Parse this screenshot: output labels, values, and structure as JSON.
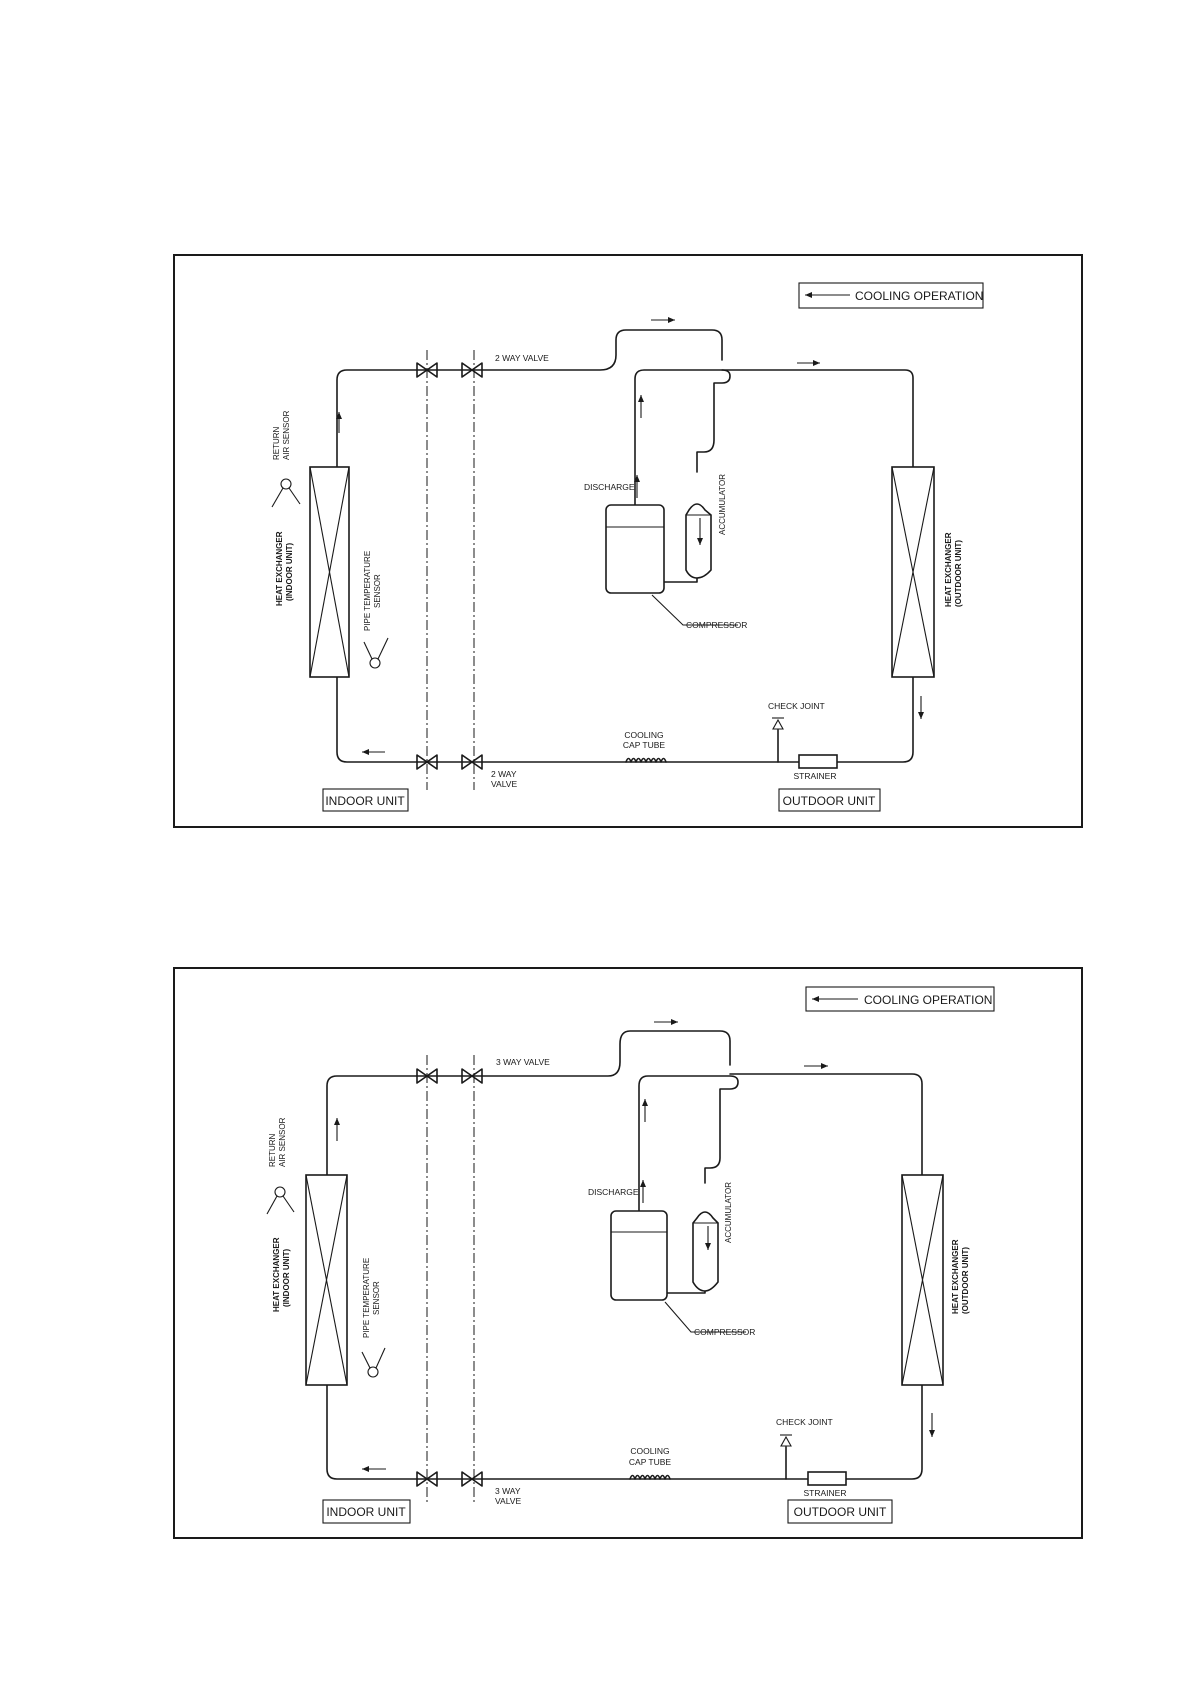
{
  "diagrams": [
    {
      "legend": "COOLING OPERATION",
      "top_valve": "2 WAY VALVE",
      "bottom_valve": [
        "2 WAY",
        "VALVE"
      ],
      "return_sensor": [
        "RETURN",
        "AIR SENSOR"
      ],
      "indoor_hx": [
        "HEAT EXCHANGER",
        "(INDOOR UNIT)"
      ],
      "pipe_sensor": [
        "PIPE TEMPERATURE",
        "SENSOR"
      ],
      "discharge": "DISCHARGE",
      "accumulator": "ACCUMULATOR",
      "compressor": "COMPRESSOR",
      "outdoor_hx": [
        "HEAT EXCHANGER",
        "(OUTDOOR UNIT)"
      ],
      "check_joint": "CHECK JOINT",
      "cap_tube": [
        "COOLING",
        "CAP TUBE"
      ],
      "strainer": "STRAINER",
      "indoor_unit": "INDOOR UNIT",
      "outdoor_unit": "OUTDOOR UNIT"
    },
    {
      "legend": "COOLING OPERATION",
      "top_valve": "3 WAY VALVE",
      "bottom_valve": [
        "3 WAY",
        "VALVE"
      ],
      "return_sensor": [
        "RETURN",
        "AIR SENSOR"
      ],
      "indoor_hx": [
        "HEAT EXCHANGER",
        "(INDOOR UNIT)"
      ],
      "pipe_sensor": [
        "PIPE TEMPERATURE",
        "SENSOR"
      ],
      "discharge": "DISCHARGE",
      "accumulator": "ACCUMULATOR",
      "compressor": "COMPRESSOR",
      "outdoor_hx": [
        "HEAT EXCHANGER",
        "(OUTDOOR UNIT)"
      ],
      "check_joint": "CHECK JOINT",
      "cap_tube": [
        "COOLING",
        "CAP TUBE"
      ],
      "strainer": "STRAINER",
      "indoor_unit": "INDOOR UNIT",
      "outdoor_unit": "OUTDOOR UNIT"
    }
  ]
}
